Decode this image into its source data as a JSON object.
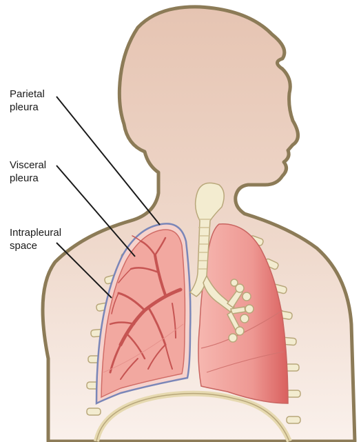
{
  "labels": {
    "parietal": "Parietal\npleura",
    "visceral": "Visceral\npleura",
    "intrapleural": "Intrapleural\nspace"
  },
  "colors": {
    "silhouette": "#e8c9b8",
    "outline": "#8a7a5a",
    "lung": "#f0a09a",
    "lung_dark": "#d86a68",
    "vessels": "#c85a58",
    "cartilage": "#f3ecd0",
    "pleura": "#7a86b8"
  }
}
